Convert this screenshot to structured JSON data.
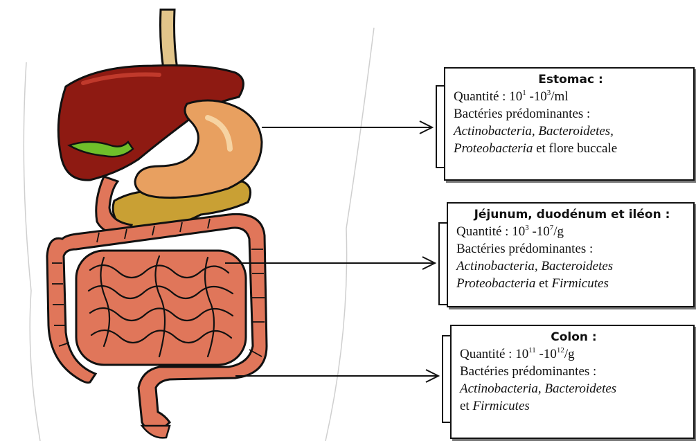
{
  "colors": {
    "liver": "#8e1a12",
    "stomach": "#e8a060",
    "pancreas": "#c9a034",
    "gallbladder": "#6fbf2a",
    "intestine": "#e0765a",
    "esophagus": "#e2c58a",
    "outline": "#111111"
  },
  "sections": [
    {
      "id": "estomac",
      "title": "Estomac :",
      "quantity_label": "Quantité : ",
      "quantity_from": "10",
      "quantity_from_exp": "1",
      "quantity_sep": " -",
      "quantity_to": "10",
      "quantity_to_exp": "3",
      "quantity_unit": "/ml",
      "bacteria_label": "Bactéries prédominantes :",
      "bacteria_line1": "Actinobacteria, Bacteroidetes,",
      "bacteria_line2_italic": "Proteobacteria",
      "bacteria_line2_rest": " et flore buccale"
    },
    {
      "id": "jejunum",
      "title": "Jéjunum, duodénum et iléon :",
      "quantity_label": "Quantité : ",
      "quantity_from": "10",
      "quantity_from_exp": "3",
      "quantity_sep": " -",
      "quantity_to": "10",
      "quantity_to_exp": "7",
      "quantity_unit": "/g",
      "bacteria_label": "Bactéries prédominantes :",
      "bacteria_line1": "Actinobacteria, Bacteroidetes",
      "bacteria_line2_italic": "Proteobacteria",
      "bacteria_line2_mid": " et ",
      "bacteria_line2_italic2": "Firmicutes"
    },
    {
      "id": "colon",
      "title": "Colon :",
      "quantity_label": "Quantité : ",
      "quantity_from": "10",
      "quantity_from_exp": "11",
      "quantity_sep": " -",
      "quantity_to": "10",
      "quantity_to_exp": "12",
      "quantity_unit": "/g",
      "bacteria_label": "Bactéries prédominantes :",
      "bacteria_line1": "Actinobacteria, Bacteroidetes",
      "bacteria_line2_prefix": "et ",
      "bacteria_line2_italic": "Firmicutes"
    }
  ]
}
